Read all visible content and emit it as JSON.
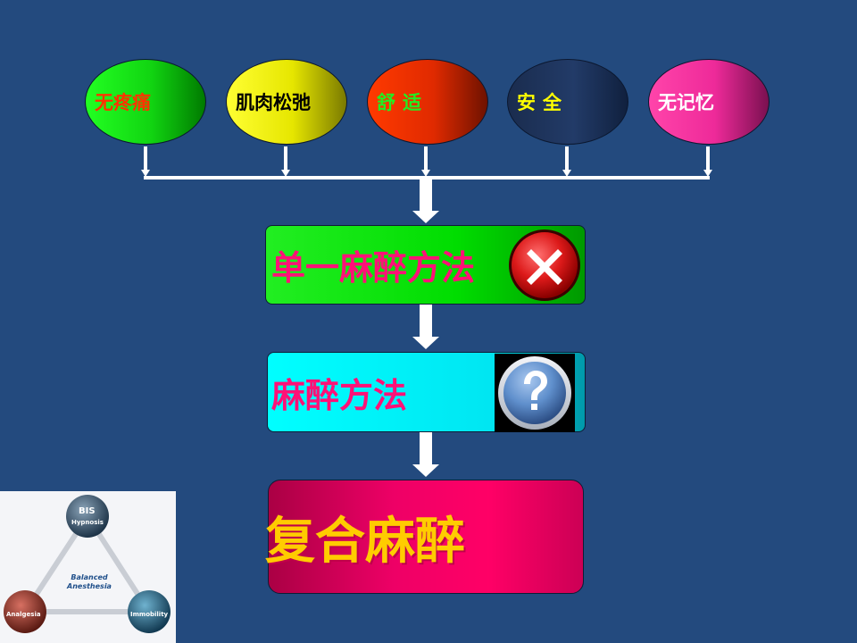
{
  "requirements": [
    {
      "label": "无疼痛"
    },
    {
      "label": "肌肉松弛"
    },
    {
      "label": "舒适"
    },
    {
      "label": "安全"
    },
    {
      "label": "无记忆"
    }
  ],
  "flow": {
    "single_method_label": "单一麻醉方法",
    "single_method_icon": "cross-icon",
    "method_label": "麻醉方法",
    "method_icon": "question-icon",
    "result_label": "复合麻醉"
  },
  "bis_diagram": {
    "logo": "BIS",
    "top_node": "Hypnosis",
    "left_node": "Analgesia",
    "right_node": "Immobility",
    "center_line1": "Balanced",
    "center_line2": "Anesthesia"
  },
  "colors": {
    "background": "#234a7e",
    "accent_pink": "#ff1177",
    "accent_yellow": "#ffcc00"
  }
}
